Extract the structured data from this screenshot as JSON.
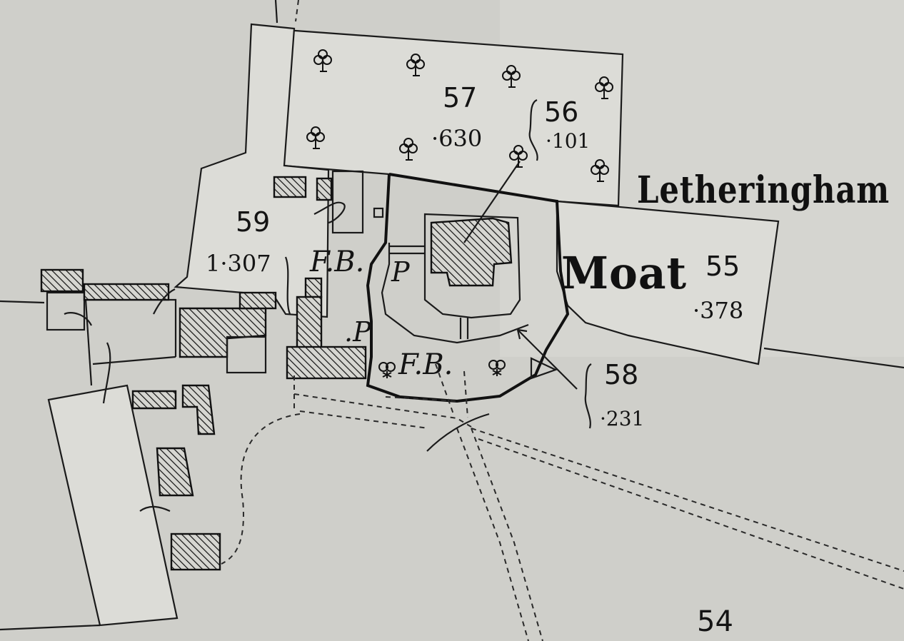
{
  "place_name": "Letheringham",
  "feature_label": "Moat",
  "parcels": [
    {
      "number": "54",
      "area": ""
    },
    {
      "number": "55",
      "area": "·378"
    },
    {
      "number": "56",
      "area": "·101"
    },
    {
      "number": "57",
      "area": "·630"
    },
    {
      "number": "58",
      "area": "·231"
    },
    {
      "number": "59",
      "area": "1·307"
    }
  ],
  "labels": {
    "footbridge_1": "F.B.",
    "footbridge_2": "F.B.",
    "pump_1": "P",
    "pump_2": ".P"
  },
  "icons": [
    "tree-icon",
    "bush-icon"
  ],
  "colors": {
    "paper": "#cfcfca",
    "ink": "#141414"
  }
}
